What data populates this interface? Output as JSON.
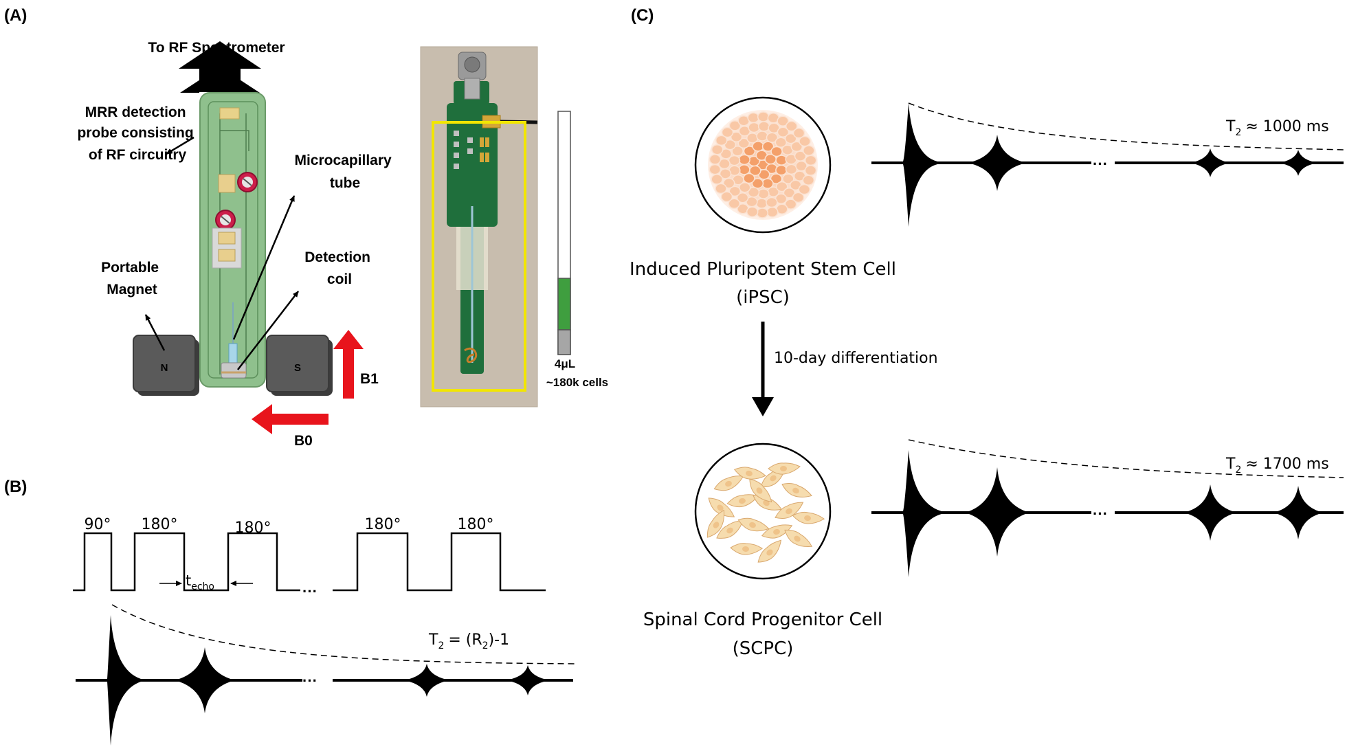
{
  "panels": {
    "a": {
      "letter": "(A)",
      "to_rf": "To RF Spectrometer",
      "probe_label": [
        "MRR detection",
        "probe consisting",
        "of RF circuitry"
      ],
      "micro_label": [
        "Microcapillary",
        "tube"
      ],
      "coil_label": [
        "Detection",
        "coil"
      ],
      "magnet_label": [
        "Portable",
        "Magnet"
      ],
      "north": "N",
      "south": "S",
      "b1": "B1",
      "b0": "B0",
      "sample_volume": "4μL",
      "sample_cells": "~180k cells"
    },
    "b": {
      "letter": "(B)",
      "pulse_90": "90°",
      "pulse_180": "180°",
      "t_echo_main": "t",
      "t_echo_sub": "echo",
      "ellipsis": "···",
      "t2_main": "T",
      "t2_sub": "2",
      "t2_rest": "= (R",
      "r2_sub": "2",
      "r2_rest": ")-1"
    },
    "c": {
      "letter": "(C)",
      "ipsc_name": "Induced Pluripotent Stem Cell",
      "ipsc_abbr": "(iPSC)",
      "differentiation": "10-day differentiation",
      "scpc_name": "Spinal Cord Progenitor Cell",
      "scpc_abbr": "(SCPC)",
      "t2_main": "T",
      "t2_sub": "2",
      "ipsc_t2_value": "≈ 1000 ms",
      "scpc_t2_value": "≈ 1700 ms",
      "ellipsis": "···"
    }
  },
  "colors": {
    "probe_green": "#8fc08d",
    "pcb_green": "#1f6f3c",
    "arrow_red": "#e8141c",
    "magnet_grey": "#5a5a5a",
    "highlight_yellow": "#f2e600",
    "ipsc_cell": "#f7b48a",
    "scpc_cell": "#f6dcae"
  }
}
